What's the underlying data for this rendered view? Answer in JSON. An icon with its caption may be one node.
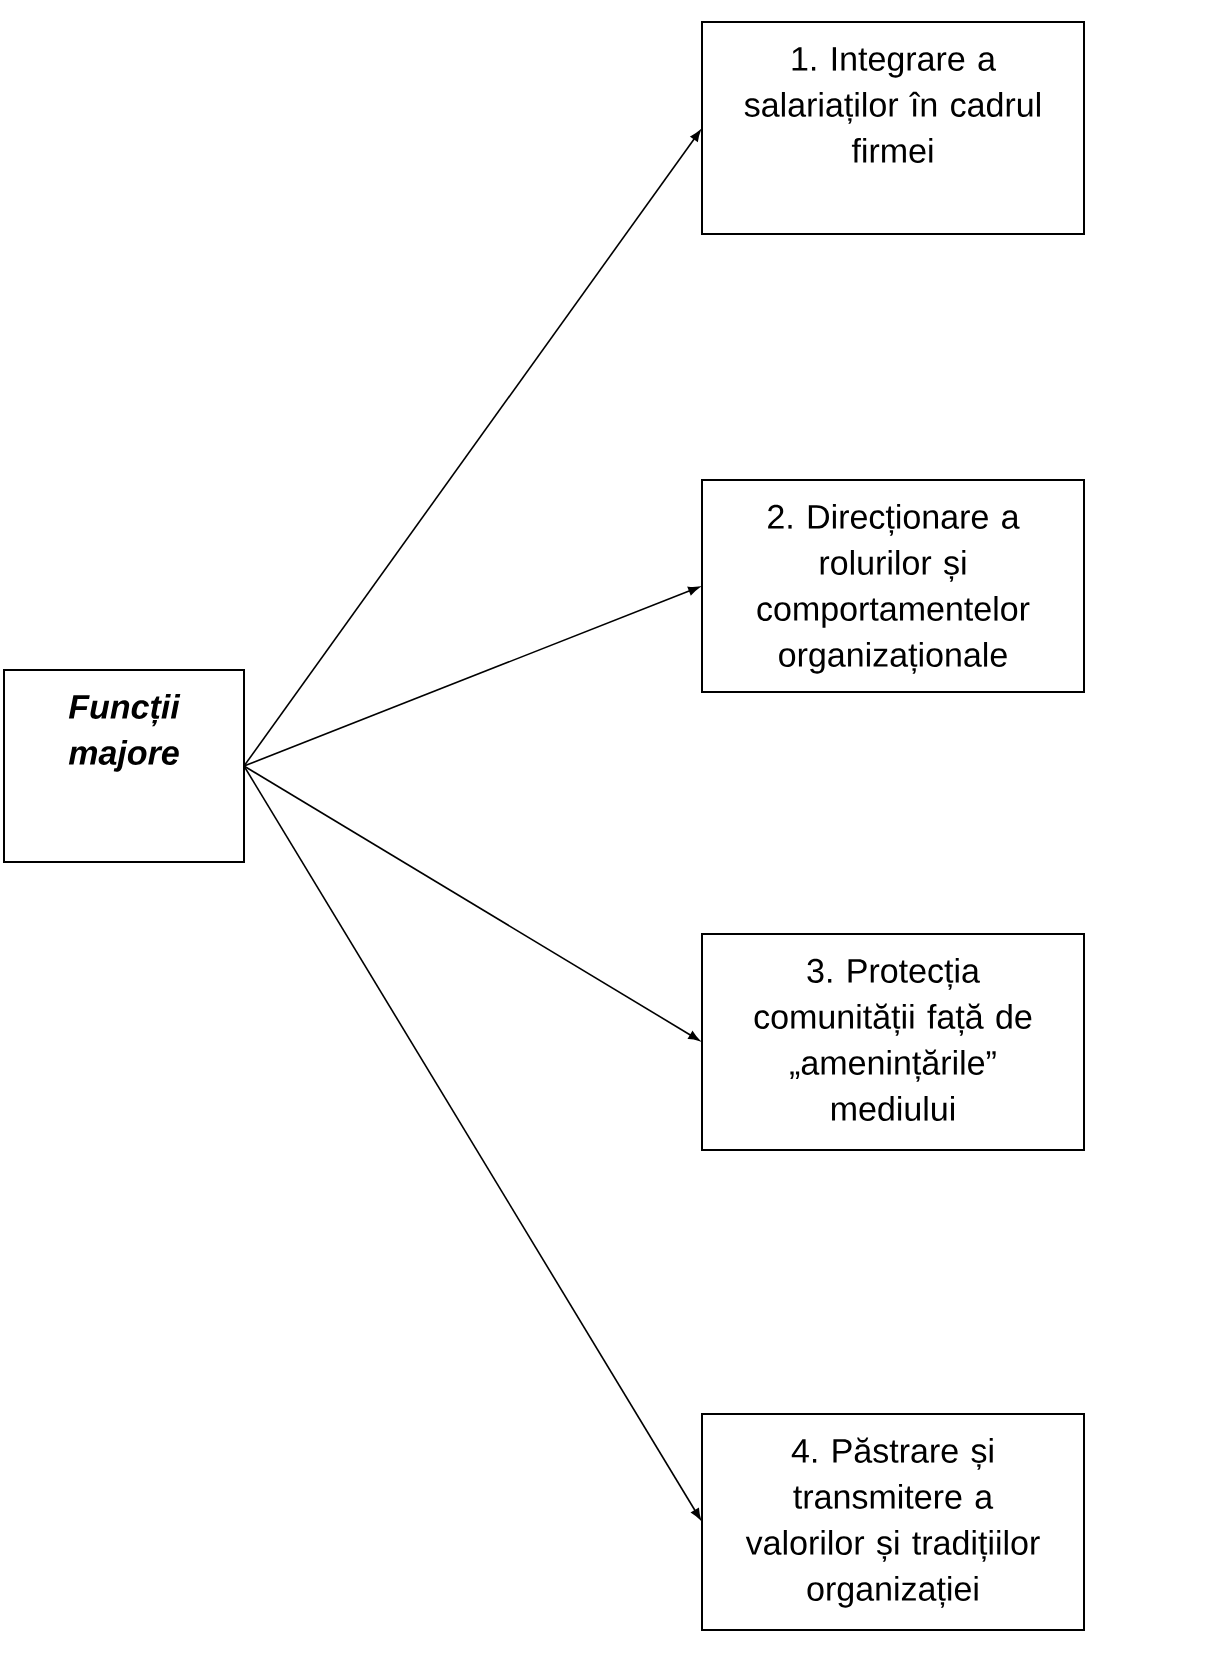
{
  "diagram": {
    "nodes": [
      {
        "text": [
          "Funcții majore"
        ]
      },
      {
        "text": [
          "1. Integrare a salariaților în cadrul firmei"
        ]
      },
      {
        "text": [
          "2. Direcționare a rolurilor și comportamentelor organizaționale"
        ]
      },
      {
        "text": [
          "3. Protecția comunității față de „amenințările” mediului"
        ]
      },
      {
        "text": [
          "4. Păstrare și transmitere a valorilor și tradițiilor organizației"
        ]
      }
    ],
    "edges": [
      {
        "from": 0,
        "to": 1,
        "arrow": "to"
      },
      {
        "from": 0,
        "to": 2,
        "arrow": "to"
      },
      {
        "from": 0,
        "to": 3,
        "arrow": "to"
      },
      {
        "from": 0,
        "to": 4,
        "arrow": "to"
      }
    ]
  }
}
